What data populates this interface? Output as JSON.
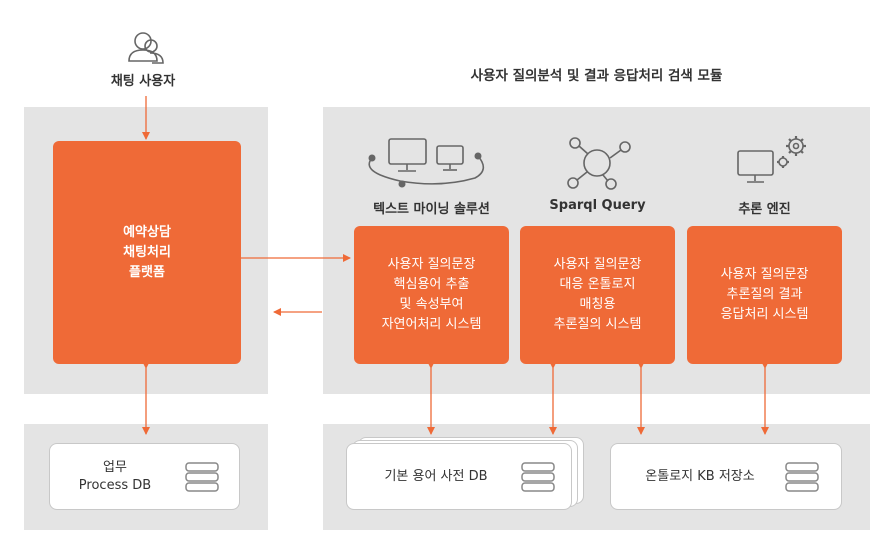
{
  "user": {
    "label": "채팅 사용자"
  },
  "module_title": "사용자 질의분석 및 결과 응답처리 검색 모듈",
  "platform": {
    "lines": [
      "예약상담",
      "채팅처리",
      "플랫폼"
    ]
  },
  "sections": [
    {
      "label": "텍스트 마이닝 솔루션",
      "lines": [
        "사용자 질의문장",
        "핵심용어 추출",
        "및 속성부여",
        "자연어처리 시스템"
      ]
    },
    {
      "label": "Sparql Query",
      "lines": [
        "사용자 질의문장",
        "대응 온톨로지",
        "매칭용",
        "추론질의 시스템"
      ]
    },
    {
      "label": "추론 엔진",
      "lines": [
        "사용자 질의문장",
        "추론질의 결과",
        "응답처리 시스템"
      ]
    }
  ],
  "databases": {
    "process": [
      "업무",
      "Process DB"
    ],
    "basic_terms": "기본 용어 사전 DB",
    "ontology": "온톨로지 KB 저장소"
  },
  "colors": {
    "accent": "#ef6a37",
    "panel": "#e4e4e4",
    "icon": "#666666"
  }
}
